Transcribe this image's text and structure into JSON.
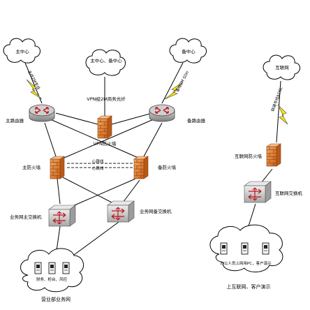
{
  "colors": {
    "router_body": "#9a9a9a",
    "router_top": "#c9c9c9",
    "router_arrow": "#c0141c",
    "firewall": "#e88a3a",
    "firewall_dark": "#b85a18",
    "switch_body": "#c8c8c8",
    "switch_top": "#e6e6e6",
    "bolt": "#ffe600",
    "cloud_stroke": "#000000"
  },
  "icons": {
    "router": "router-icon",
    "firewall": "firewall-icon",
    "switch": "switch-icon",
    "server": "server-icon",
    "cloud": "cloud-icon",
    "bolt": "lightning-bolt-icon"
  },
  "labels": {
    "cloud_main": "主中心",
    "cloud_backup": "备中心",
    "cloud_both": "主中心、备中心",
    "cloud_internet": "互联网",
    "vpn_link": "VPN经2M商务光纤",
    "main_link": "主线2M专线",
    "backup_link": "备线2M SDH",
    "internet_link": "联通专线ADSL",
    "main_router": "主路由器",
    "backup_router": "备路由器",
    "vpn_firewall": "VPN防火墙",
    "main_firewall": "主防火墙",
    "backup_firewall": "备防火墙",
    "heartbeat_1": "心跳线",
    "heartbeat_2": "心跳线",
    "main_switch": "业务网主交换机",
    "backup_switch": "业务网备交换机",
    "internet_firewall": "互联网防火墙",
    "internet_switch": "互联网交换机",
    "business_servers": "财务、柜台、风控",
    "business_network": "营业部业务网",
    "office_pcs": "办公人员上网用PC，客户演示",
    "office_network": "上互联网、客户演示"
  }
}
